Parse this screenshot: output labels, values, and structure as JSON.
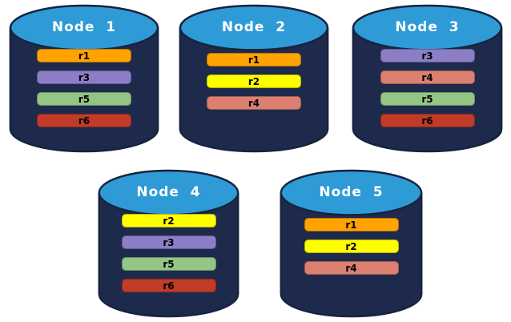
{
  "diagram": {
    "background": "#FFFFFF",
    "cylinder": {
      "body_color": "#1E2A4B",
      "outline_color": "#16233F",
      "top_color": "#2E9BD6",
      "title_color": "#FFFFFF"
    },
    "bar_text_color": "#000000",
    "replica_colors": {
      "r1": "#FFA303",
      "r2": "#FFFF00",
      "r3": "#8C7EC6",
      "r4": "#DC8071",
      "r5": "#93C685",
      "r6": "#C13B28"
    },
    "nodes": [
      {
        "id": 1,
        "title": "Node  1",
        "replicas": [
          "r1",
          "r3",
          "r5",
          "r6"
        ]
      },
      {
        "id": 2,
        "title": "Node  2",
        "replicas": [
          "r1",
          "r2",
          "r4"
        ]
      },
      {
        "id": 3,
        "title": "Node  3",
        "replicas": [
          "r3",
          "r4",
          "r5",
          "r6"
        ]
      },
      {
        "id": 4,
        "title": "Node  4",
        "replicas": [
          "r2",
          "r3",
          "r5",
          "r6"
        ]
      },
      {
        "id": 5,
        "title": "Node  5",
        "replicas": [
          "r1",
          "r2",
          "r4"
        ]
      }
    ]
  }
}
